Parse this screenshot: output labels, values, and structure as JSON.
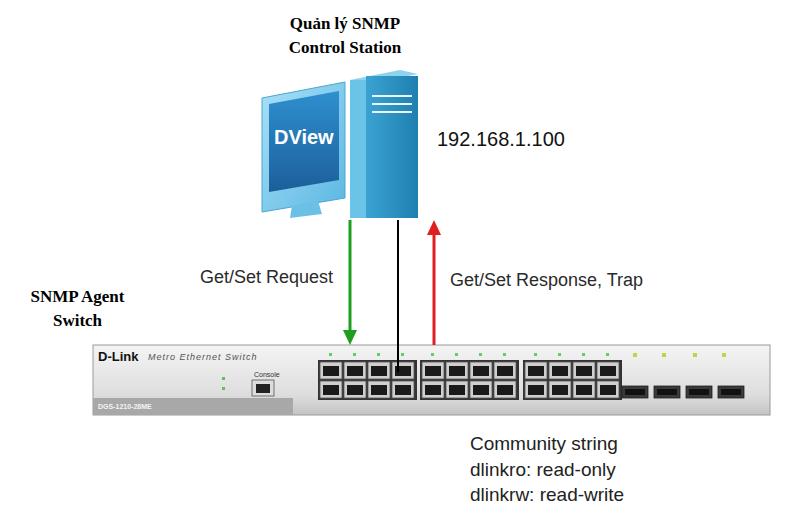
{
  "diagram": {
    "nodes": [
      {
        "text": [
          "Quản lý SNMP Control Station",
          "192.168.1.100"
        ]
      },
      {
        "text": [
          "SNMP Agent Switch"
        ]
      }
    ],
    "edges": [
      {
        "from": 0,
        "to": 1,
        "label": "Get/Set Request",
        "arrow": "to"
      },
      {
        "from": 1,
        "to": 0,
        "label": "Get/Set Response, Trap",
        "arrow": "to"
      },
      {
        "from": 0,
        "to": 1,
        "arrow": "none"
      }
    ],
    "labels": [
      "DView",
      "D-Link",
      "Metro Ethernet Switch",
      "Console",
      "DGS-1210-28ME",
      "Community string",
      "dlinkro: read-only",
      "dlinkrw: read-write"
    ]
  }
}
